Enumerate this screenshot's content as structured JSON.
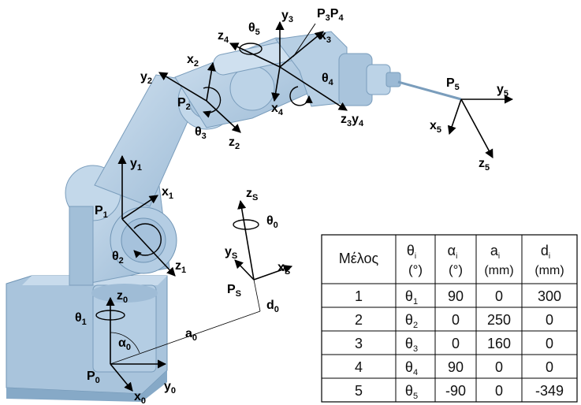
{
  "robot": {
    "frame_labels": {
      "p0": "P",
      "p0_sub": "0",
      "x0": "x",
      "x0_sub": "0",
      "y0": "y",
      "y0_sub": "0",
      "z0": "z",
      "z0_sub": "0",
      "theta1": "θ",
      "theta1_sub": "1",
      "alpha0": "α",
      "alpha0_sub": "0",
      "a0": "a",
      "a0_sub": "0",
      "d0": "d",
      "d0_sub": "0",
      "p1": "P",
      "p1_sub": "1",
      "y1": "y",
      "y1_sub": "1",
      "x1": "x",
      "x1_sub": "1",
      "z1": "z",
      "z1_sub": "1",
      "theta2": "θ",
      "theta2_sub": "2",
      "p2": "P",
      "p2_sub": "2",
      "y2": "y",
      "y2_sub": "2",
      "x2": "x",
      "x2_sub": "2",
      "z2": "z",
      "z2_sub": "2",
      "theta3": "θ",
      "theta3_sub": "3",
      "z4": "z",
      "z4_sub": "4",
      "theta5": "θ",
      "theta5_sub": "5",
      "y3": "y",
      "y3_sub": "3",
      "p3p4": "P",
      "p3_sub": "3",
      "p4_mid": "P",
      "p4_sub": "4",
      "x3": "x",
      "x3_sub": "3",
      "theta4": "θ",
      "theta4_sub": "4",
      "x4": "x",
      "x4_sub": "4",
      "z3y4_z": "z",
      "z3_sub": "3",
      "z3y4_y": "y",
      "y4_sub": "4",
      "p5": "P",
      "p5_sub": "5",
      "y5": "y",
      "y5_sub": "5",
      "x5": "x",
      "x5_sub": "5",
      "z5": "z",
      "z5_sub": "5",
      "zs": "z",
      "zs_sub": "S",
      "theta0": "θ",
      "theta0_sub": "0",
      "ys": "y",
      "ys_sub": "S",
      "xs": "x",
      "xs_sub": "S",
      "ps": "P",
      "ps_sub": "S"
    },
    "colors": {
      "body": "#b9d1e6",
      "body_dark": "#8fb0cc",
      "body_shadow": "#6f94b4",
      "arrow": "#000000"
    }
  },
  "dh_table": {
    "headers": [
      {
        "main": "Μέλος",
        "sub": ""
      },
      {
        "main": "θ",
        "sub": "i",
        "unit": "(°)"
      },
      {
        "main": "α",
        "sub": "i",
        "unit": "(°)"
      },
      {
        "main": "a",
        "sub": "i",
        "unit": "(mm)"
      },
      {
        "main": "d",
        "sub": "i",
        "unit": "(mm)"
      }
    ],
    "rows": [
      {
        "member": "1",
        "theta": "θ",
        "theta_sub": "1",
        "alpha": "90",
        "a": "0",
        "d": "300"
      },
      {
        "member": "2",
        "theta": "θ",
        "theta_sub": "2",
        "alpha": "0",
        "a": "250",
        "d": "0"
      },
      {
        "member": "3",
        "theta": "θ",
        "theta_sub": "3",
        "alpha": "0",
        "a": "160",
        "d": "0"
      },
      {
        "member": "4",
        "theta": "θ",
        "theta_sub": "4",
        "alpha": "90",
        "a": "0",
        "d": "0"
      },
      {
        "member": "5",
        "theta": "θ",
        "theta_sub": "5",
        "alpha": "-90",
        "a": "0",
        "d": "-349"
      }
    ]
  }
}
